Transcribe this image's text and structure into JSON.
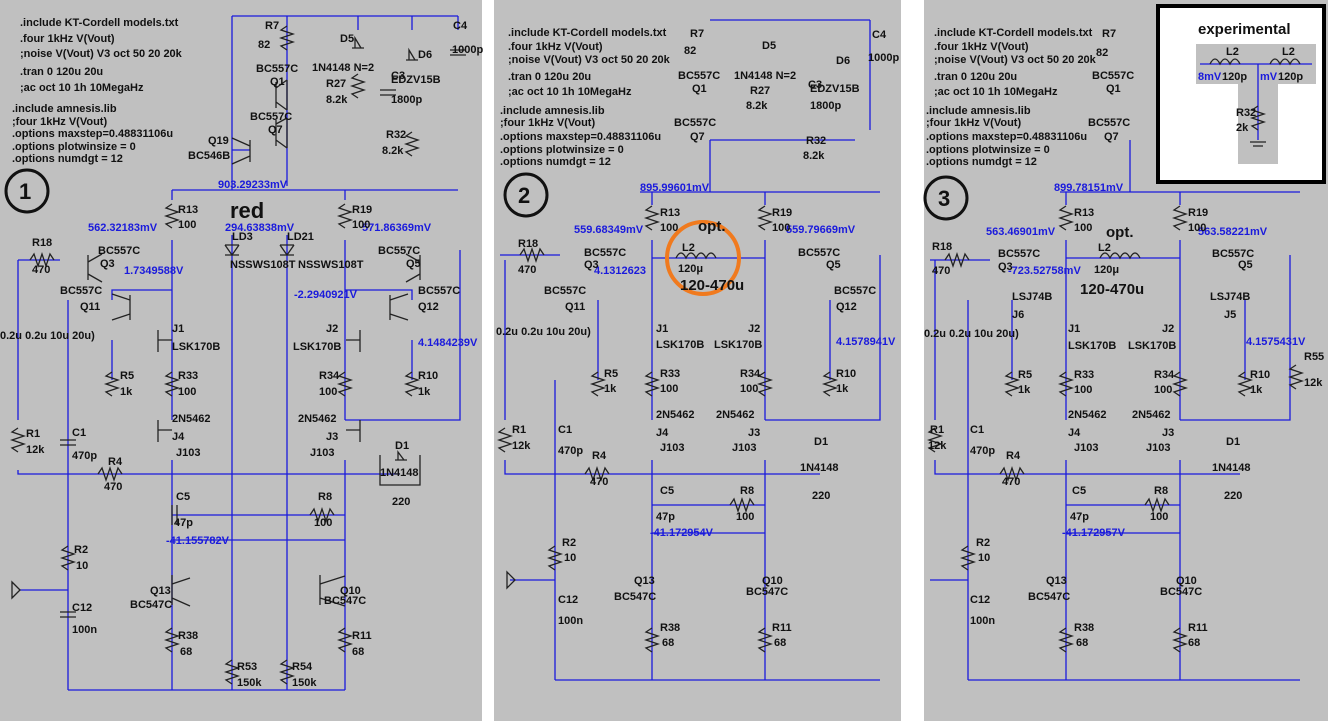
{
  "colors": {
    "background": "#c0c0c0",
    "wire": "#1a1adc",
    "component": "#222222",
    "highlight": "#f07a1e"
  },
  "panels": [
    {
      "number": "1",
      "directives": [
        ".include KT-Cordell models.txt",
        ".four 1kHz V(Vout)",
        ";noise V(Vout) V3 oct 50 20 20k",
        ".tran 0 120u 20u",
        ";ac oct 10 1h 10MegaHz",
        ".include amnesis.lib",
        ";four 1kHz V(Vout)",
        ".options maxstep=0.48831106u",
        ".options plotwinsize = 0",
        ".options numdgt = 12"
      ],
      "voltages": {
        "top": "903.29233mV",
        "left_src": "562.32183mV",
        "right_src": "571.86369mV",
        "q3_emit": "1.7349588V",
        "right_mid": "-2.2940921V",
        "j_out": "4.1484239V",
        "neg": "-41.155782V",
        "mid_led": "294.63838mV"
      },
      "annotation": "red"
    },
    {
      "number": "2",
      "directives": [
        ".include KT-Cordell models.txt",
        ".four 1kHz V(Vout)",
        ";noise V(Vout) V3 oct 50 20 20k",
        ".tran 0 120u 20u",
        ";ac oct 10 1h 10MegaHz",
        ".include amnesis.lib",
        ";four 1kHz V(Vout)",
        ".options maxstep=0.48831106u",
        ".options plotwinsize = 0",
        ".options numdgt = 12"
      ],
      "voltages": {
        "top": "895.99601mV",
        "left_src": "559.68349mV",
        "right_src": "559.79669mV",
        "q3_emit": "4.1312623",
        "j_out": "4.1578941V",
        "neg": "-41.172954V"
      },
      "opt_label": "opt.",
      "range_label": "120-470u"
    },
    {
      "number": "3",
      "directives": [
        ".include KT-Cordell models.txt",
        ".four 1kHz V(Vout)",
        ";noise V(Vout) V3 oct 50 20 20k",
        ".tran 0 120u 20u",
        ";ac oct 10 1h 10MegaHz",
        ".include amnesis.lib",
        ";four 1kHz V(Vout)",
        ".options maxstep=0.48831106u",
        ".options plotwinsize = 0",
        ".options numdgt = 12"
      ],
      "voltages": {
        "top": "899.78151mV",
        "left_src": "563.46901mV",
        "right_src": "563.58221mV",
        "q3_emit": "-723.52758mV",
        "j_out": "4.1575431V",
        "neg": "-41.172957V"
      },
      "opt_label": "opt.",
      "range_label": "120-470u"
    }
  ],
  "components": {
    "R7": "R7",
    "R7v": "82",
    "D5": "D5",
    "D5m": "1N4148 N=2",
    "D6": "D6",
    "D6m": "EDZV15B",
    "C4": "C4",
    "C4v": "1000p",
    "C3": "C3",
    "C3v": "1800p",
    "R27": "R27",
    "R27v": "8.2k",
    "R32": "R32",
    "R32v": "8.2k",
    "Q1": "Q1",
    "Q1m": "BC557C",
    "Q7": "Q7",
    "Q7m": "BC557C",
    "Q19": "Q19",
    "Q19m": "BC546B",
    "R13": "R13",
    "R13v": "100",
    "R19": "R19",
    "R19v": "100",
    "R18": "R18",
    "R18v": "470",
    "Q3": "Q3",
    "Q3m": "BC557C",
    "Q5": "Q5",
    "Q5m": "BC557C",
    "Q11": "Q11",
    "Q11m": "BC557C",
    "Q12": "Q12",
    "Q12m": "BC557C",
    "J1": "J1",
    "J1m": "LSK170B",
    "J2": "J2",
    "J2m": "LSK170B",
    "R5": "R5",
    "R5v": "1k",
    "R33": "R33",
    "R33v": "100",
    "R34": "R34",
    "R34v": "100",
    "R10": "R10",
    "R10v": "1k",
    "J4": "J4",
    "J4m": "2N5462",
    "J4b": "J103",
    "J3": "J3",
    "J3m": "2N5462",
    "J3b": "J103",
    "R1": "R1",
    "R1v": "12k",
    "C1": "C1",
    "C1v": "470p",
    "R4": "R4",
    "R4v": "470",
    "D1": "D1",
    "D1m": "1N4148",
    "D1r": "220",
    "C5": "C5",
    "C5v": "47p",
    "R8": "R8",
    "R8v": "100",
    "R2": "R2",
    "R2v": "10",
    "C12": "C12",
    "C12v": "100n",
    "Q13": "Q13",
    "Q13m": "BC547C",
    "Q10": "Q10",
    "Q10m": "BC547C",
    "R38": "R38",
    "R38v": "68",
    "R11": "R11",
    "R11v": "68",
    "R53": "R53",
    "R53v": "150k",
    "R54": "R54",
    "R54v": "150k",
    "L2": "L2",
    "L2v": "120p",
    "L2v2": "120μ",
    "J5": "J5",
    "J6": "J6",
    "J5m": "LSJ74B",
    "led1": "LD3",
    "led2": "LD21",
    "ledm": "NSSWS108T",
    "R55": "R55",
    "R55v": "12k",
    "src": "0.2u 0.2u 10u 20u)"
  },
  "experimental": {
    "title": "experimental",
    "l1": "L2",
    "l1v": "120p",
    "l2": "L2",
    "l2v": "120p",
    "r": "R32",
    "rv": "2k",
    "n1": "8mV",
    "n2": "mV"
  }
}
